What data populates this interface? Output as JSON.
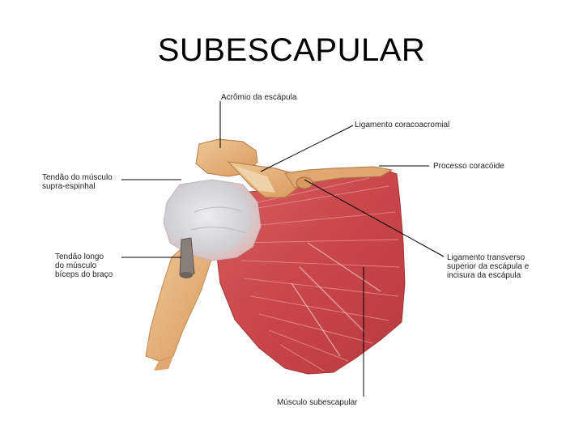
{
  "slide": {
    "title": "SUBESCAPULAR"
  },
  "labels": {
    "acromion": "Acrômio da escápula",
    "coracoacromial": "Ligamento coracoacromial",
    "coracoid": "Processo coracóide",
    "supraspinatus": "Tendão do músculo\nsupra-espinhal",
    "biceps": "Tendão longo\ndo músculo\nbíceps do braço",
    "transverse": "Ligamento transverso\nsuperior da escápula e\nincisura da escápula",
    "subscapularis": "Músculo subescapular"
  },
  "colors": {
    "muscle": "#c8474a",
    "bone": "#e2b07a",
    "tendon": "#d4d4d8"
  }
}
